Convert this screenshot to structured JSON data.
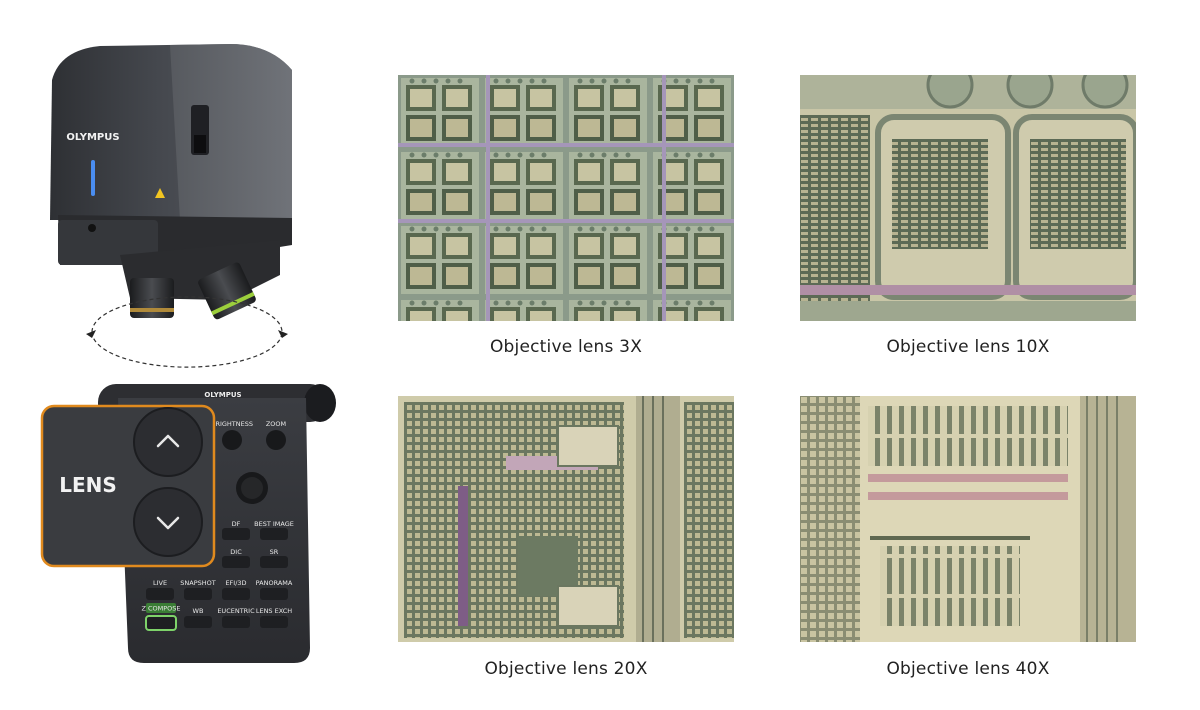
{
  "microscope": {
    "brand": "OLYMPUS"
  },
  "controller": {
    "brand": "OLYMPUS",
    "lens_label": "LENS",
    "knob_labels": [
      "BRIGHTNESS",
      "ZOOM"
    ],
    "buttons": [
      "DF",
      "BEST IMAGE",
      "DIC",
      "SR",
      "LIVE",
      "SNAPSHOT",
      "EFI/3D",
      "PANORAMA",
      "Z COMPOSE",
      "WB",
      "EUCENTRIC",
      "LENS EXCH"
    ]
  },
  "panels": [
    {
      "caption": "Objective lens 3X"
    },
    {
      "caption": "Objective lens 10X"
    },
    {
      "caption": "Objective lens 20X"
    },
    {
      "caption": "Objective lens 40X"
    }
  ],
  "colors": {
    "accent_orange": "#e08a1e",
    "accent_green": "#7ed36a",
    "device_body": "#3d3f44"
  }
}
